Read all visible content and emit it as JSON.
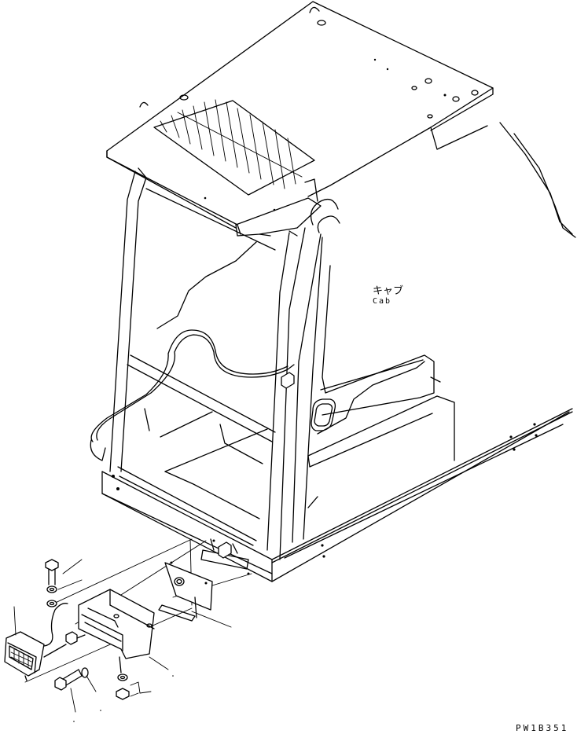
{
  "labels": {
    "cab_jp": "キャブ",
    "cab_en": "Cab",
    "drawing_code": "PW1B351"
  }
}
